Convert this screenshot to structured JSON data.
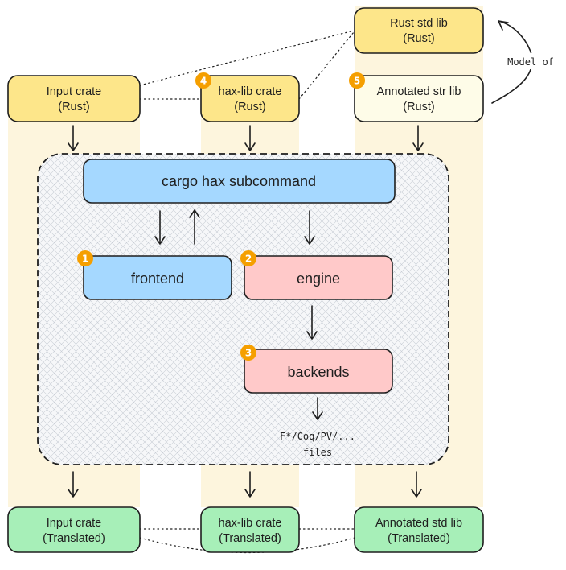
{
  "diagram": {
    "top_boxes": {
      "rust_std": {
        "line1": "Rust std lib",
        "line2": "(Rust)"
      },
      "input": {
        "line1": "Input crate",
        "line2": "(Rust)"
      },
      "haxlib": {
        "line1": "hax-lib crate",
        "line2": "(Rust)",
        "badge": "4"
      },
      "annotated": {
        "line1": "Annotated str lib",
        "line2": "(Rust)",
        "badge": "5"
      }
    },
    "model_of": "Model of",
    "center": {
      "cargo": "cargo hax subcommand",
      "frontend": {
        "label": "frontend",
        "badge": "1"
      },
      "engine": {
        "label": "engine",
        "badge": "2"
      },
      "backends": {
        "label": "backends",
        "badge": "3"
      },
      "output_line1": "F*/Coq/PV/...",
      "output_line2": "files"
    },
    "bottom_boxes": {
      "input": {
        "line1": "Input crate",
        "line2": "(Translated)"
      },
      "haxlib": {
        "line1": "hax-lib crate",
        "line2": "(Translated)"
      },
      "annotated": {
        "line1": "Annotated std lib",
        "line2": "(Translated)"
      }
    },
    "colors": {
      "rust_box": "#fde68a",
      "annotated_box": "#fefce8",
      "translated_box": "#a7efb8",
      "cargo_frontend": "#a5d8ff",
      "engine_backends": "#ffc9c9",
      "badge": "#f59f00",
      "lane": "#fdf5dd"
    }
  }
}
